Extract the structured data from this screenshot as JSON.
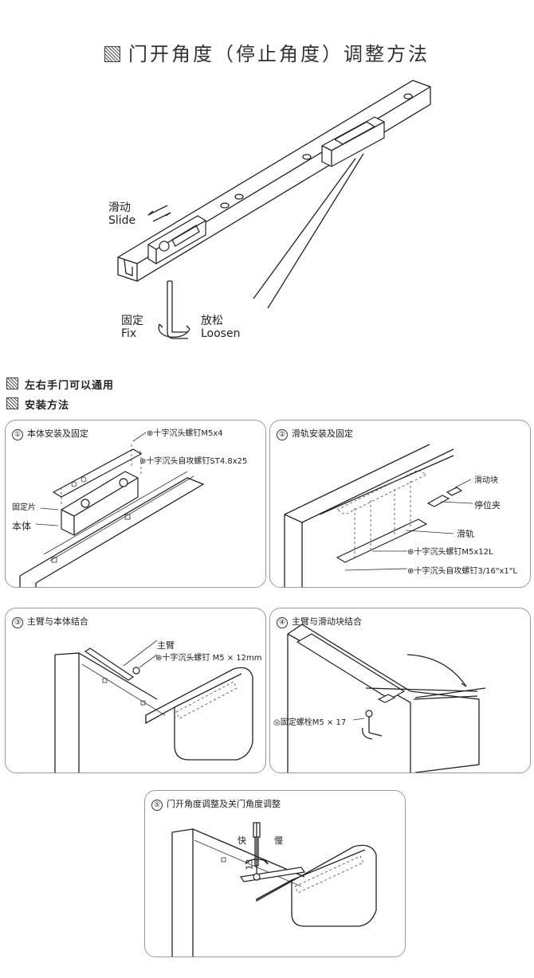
{
  "title": "门开角度（停止角度）调整方法",
  "top_figure": {
    "slide_cn": "滑动",
    "slide_en": "Slide",
    "fix_cn": "固定",
    "fix_en": "Fix",
    "loosen_cn": "放松",
    "loosen_en": "Loosen"
  },
  "sections": [
    {
      "label": "左右手门可以通用"
    },
    {
      "label": "安装方法"
    }
  ],
  "panels": {
    "p1": {
      "num": "①",
      "title": "本体安装及固定",
      "screw1": "十字沉头螺钉M5x4",
      "screw2": "十字沉头自攻螺钉ST4.8x25",
      "fixing_plate": "固定片",
      "body": "本体"
    },
    "p2": {
      "num": "②",
      "title": "滑轨安装及固定",
      "slider": "滑动块",
      "stop_clip": "停位夹",
      "rail": "滑轨",
      "screw1": "十字沉头螺钉M5x12L",
      "screw2": "十字沉头自攻螺钉3/16\"x1\"L"
    },
    "p3": {
      "num": "③",
      "title": "主臂与本体结合",
      "arm": "主臂",
      "screw": "十字沉头螺钉 M5 × 12mm"
    },
    "p4": {
      "num": "④",
      "title": "主臂与滑动块结合",
      "bolt": "固定螺栓M5 × 17"
    },
    "p5": {
      "num": "⑤",
      "title": "门开角度调整及关门角度调整",
      "fast": "快",
      "slow": "慢",
      "size": "13"
    }
  }
}
